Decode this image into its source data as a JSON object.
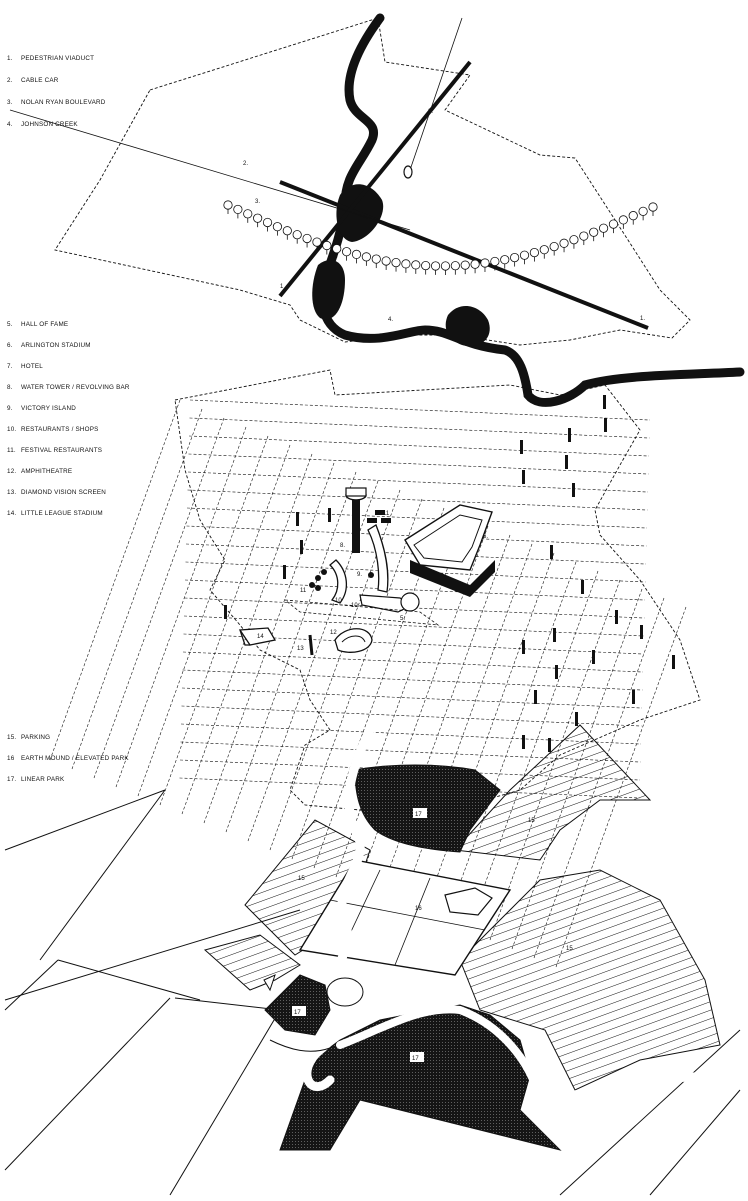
{
  "legend_groups": [
    {
      "id": "site",
      "items": [
        {
          "num": "1.",
          "label": "PEDESTRIAN VIADUCT"
        },
        {
          "num": "2.",
          "label": "CABLE CAR"
        },
        {
          "num": "3.",
          "label": "NOLAN RYAN BOULEVARD"
        },
        {
          "num": "4.",
          "label": "JOHNSON CREEK"
        }
      ]
    },
    {
      "id": "facilities",
      "items": [
        {
          "num": "5.",
          "label": "HALL OF FAME"
        },
        {
          "num": "6.",
          "label": "ARLINGTON STADIUM"
        },
        {
          "num": "7.",
          "label": "HOTEL"
        },
        {
          "num": "8.",
          "label": "WATER TOWER / REVOLVING BAR"
        },
        {
          "num": "9.",
          "label": "VICTORY ISLAND"
        },
        {
          "num": "10.",
          "label": "RESTAURANTS / SHOPS"
        },
        {
          "num": "11.",
          "label": "FESTIVAL RESTAURANTS"
        },
        {
          "num": "12.",
          "label": "AMPHITHEATRE"
        },
        {
          "num": "13.",
          "label": "DIAMOND VISION SCREEN"
        },
        {
          "num": "14.",
          "label": "LITTLE LEAGUE STADIUM"
        }
      ]
    },
    {
      "id": "landscape",
      "items": [
        {
          "num": "15.",
          "label": "PARKING"
        },
        {
          "num": "16",
          "label": "EARTH MOUND / ELEVATED PARK"
        },
        {
          "num": "17.",
          "label": "LINEAR PARK"
        }
      ]
    }
  ],
  "map_tags": {
    "t1": "1",
    "t1b": "1.",
    "t2": "2.",
    "t2b": "2.",
    "t3": "3.",
    "t4": "4.",
    "t5": "5.",
    "t6": "6.",
    "t8": "8.",
    "t9": "9.",
    "t10": "10",
    "t10b": "10.",
    "t11": "11",
    "t11b": "11",
    "t12": "12",
    "t13": "13",
    "t14": "14",
    "t15a": "15",
    "t15b": "15",
    "t15c": "15",
    "t16": "16",
    "t17a": "17",
    "t17b": "17",
    "t17c": "17"
  },
  "colors": {
    "ink": "#111111",
    "paper": "#ffffff",
    "fill_dark": "#1a1a1a"
  }
}
